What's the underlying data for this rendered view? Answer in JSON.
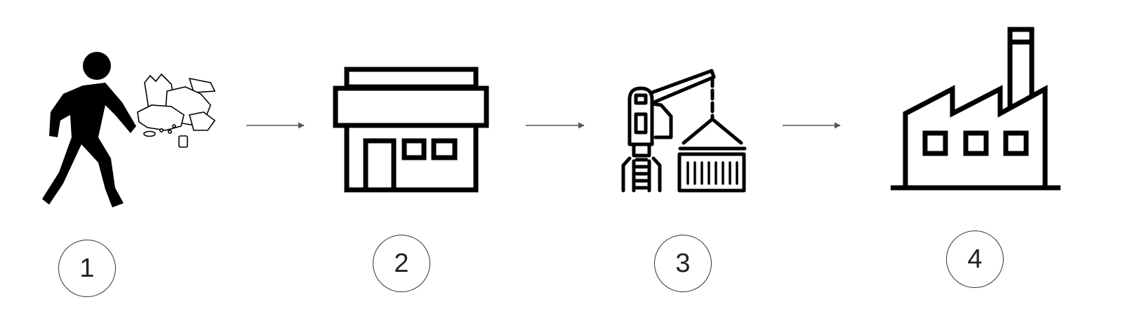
{
  "steps": [
    {
      "number": "1",
      "icon": "person-littering-icon"
    },
    {
      "number": "2",
      "icon": "store-icon"
    },
    {
      "number": "3",
      "icon": "port-crane-container-icon"
    },
    {
      "number": "4",
      "icon": "factory-icon"
    }
  ],
  "colors": {
    "icon": "#000000",
    "arrow": "#555555",
    "circle_border": "#333333",
    "number": "#222222"
  }
}
